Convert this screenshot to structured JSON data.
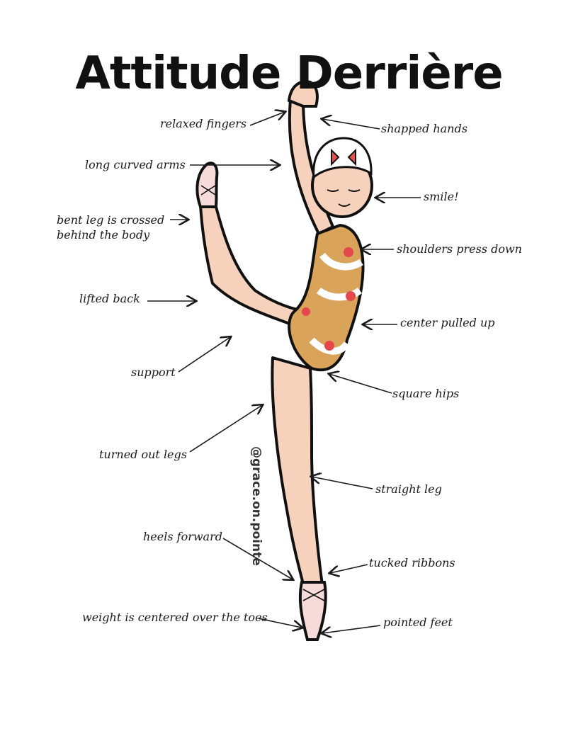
{
  "title": "Attitude Derrière",
  "credit": "@grace.on.pointe",
  "labels": {
    "relaxed_fingers": "relaxed fingers",
    "shapped_hands": "shapped hands",
    "long_curved_arms": "long curved arms",
    "smile": "smile!",
    "bent_leg": "bent leg is crossed\nbehind the body",
    "shoulders": "shoulders press down",
    "lifted_back": "lifted back",
    "center": "center pulled up",
    "support": "support",
    "square_hips": "square hips",
    "turned_out": "turned out legs",
    "straight_leg": "straight leg",
    "heels_forward": "heels forward",
    "tucked_ribbons": "tucked ribbons",
    "weight": "weight is centered over the toes",
    "pointed_feet": "pointed feet"
  },
  "colors": {
    "skin": "#f6d2bc",
    "outline": "#111111",
    "leotard": "#d9a35a",
    "cream": "#ffffff",
    "strawberry": "#e4474c",
    "shoe": "#f7dada",
    "bow": "#e85050"
  }
}
